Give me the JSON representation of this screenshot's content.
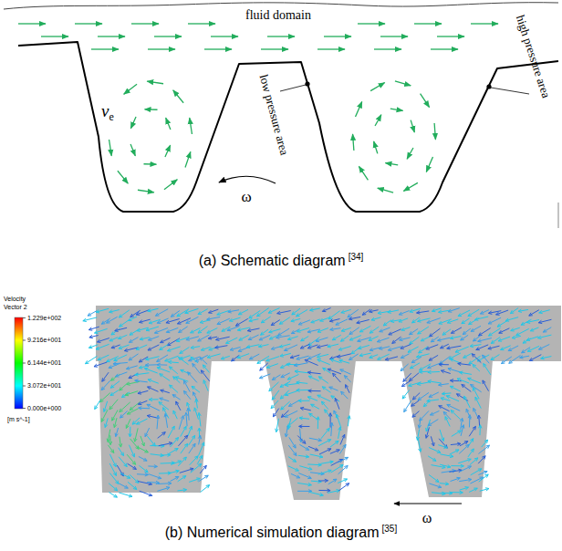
{
  "diagram": {
    "labels": [
      "fluid domain",
      "low pressure area",
      "high pressure area",
      "v",
      "e",
      "ω",
      "(a) Schematic diagram",
      "[34]",
      "Velocity",
      "Vector 2",
      "1.229e+002",
      "9.216e+001",
      "6.144e+001",
      "3.072e+001",
      "0.000e+000",
      "[m s^-1]",
      "ω",
      "(b) Numerical simulation diagram",
      "[35]"
    ]
  }
}
